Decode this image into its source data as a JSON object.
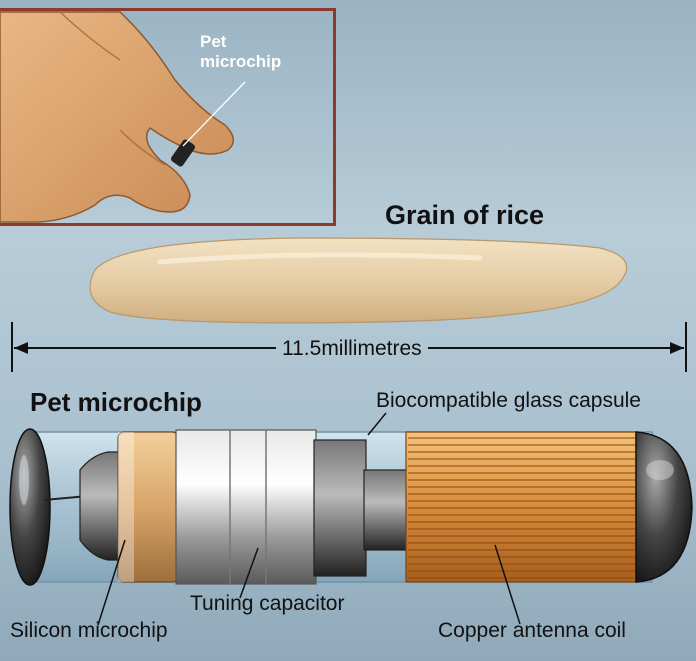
{
  "inset": {
    "label": "Pet microchip"
  },
  "rice": {
    "label": "Grain of rice"
  },
  "dimension": {
    "label": "11.5millimetres"
  },
  "microchip": {
    "title": "Pet microchip",
    "parts": {
      "glass_capsule": "Biocompatible glass capsule",
      "silicon_microchip": "Silicon microchip",
      "tuning_capacitor": "Tuning capacitor",
      "copper_coil": "Copper antenna coil"
    }
  },
  "colors": {
    "background": "#a9c0cf",
    "inset_border": "#8a3b2e",
    "rice": "#e6cfa8",
    "copper": "#d98b3a",
    "glass": "#bcd6e4"
  }
}
